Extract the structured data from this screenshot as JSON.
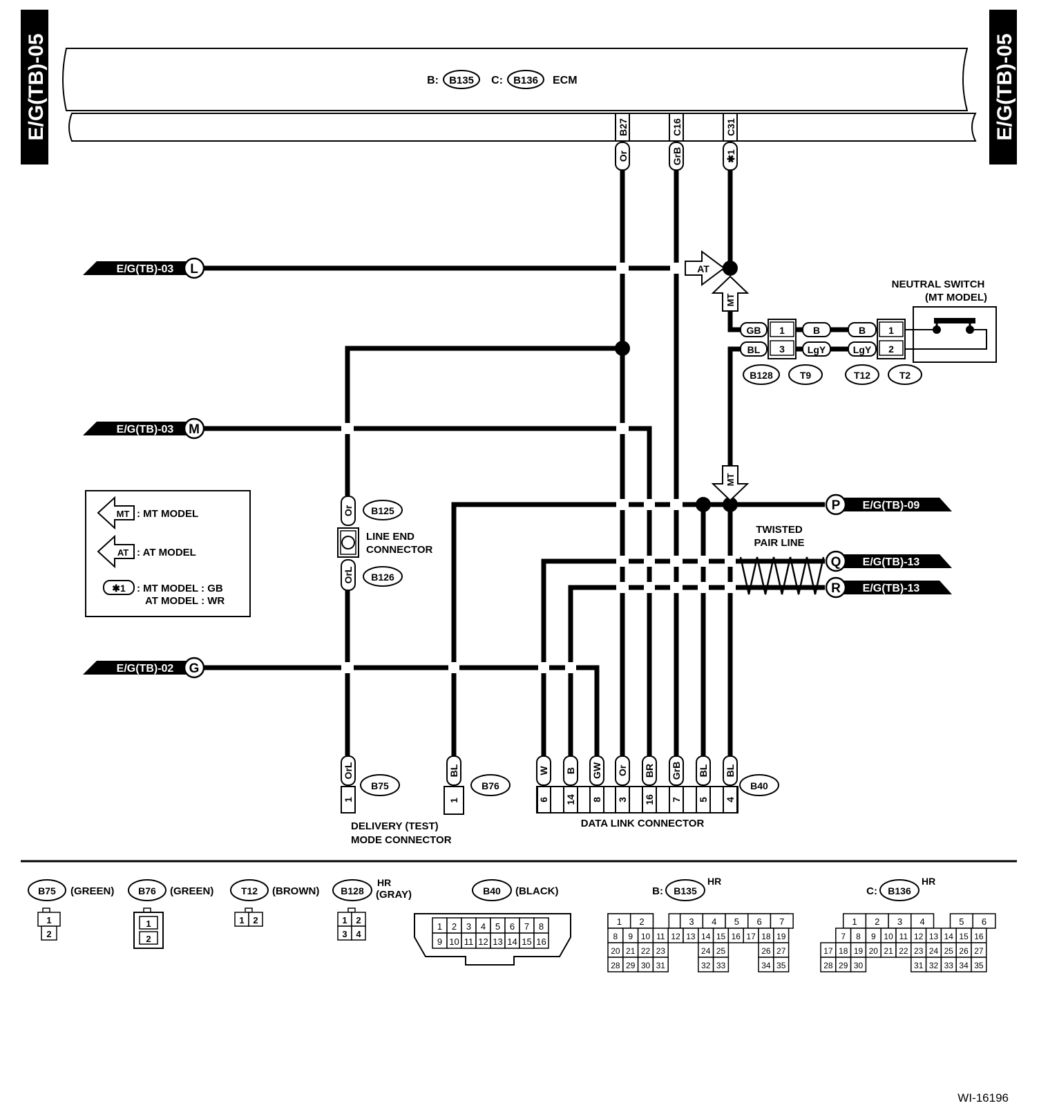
{
  "page_tag": "E/G(TB)-05",
  "ecm": {
    "prefix_b": "B:",
    "conn_b": "B135",
    "prefix_c": "C:",
    "conn_c": "B136",
    "label": "ECM",
    "pins": [
      {
        "pin": "B27",
        "wire": "Or"
      },
      {
        "pin": "C16",
        "wire": "GrB"
      },
      {
        "pin": "C31",
        "wire": "✱1"
      }
    ]
  },
  "refs": {
    "L": {
      "letter": "L",
      "page": "E/G(TB)-03"
    },
    "M": {
      "letter": "M",
      "page": "E/G(TB)-03"
    },
    "G": {
      "letter": "G",
      "page": "E/G(TB)-02"
    },
    "P": {
      "letter": "P",
      "page": "E/G(TB)-09"
    },
    "Q": {
      "letter": "Q",
      "page": "E/G(TB)-13"
    },
    "R": {
      "letter": "R",
      "page": "E/G(TB)-13"
    }
  },
  "arrows": {
    "at": "AT",
    "mt": "MT"
  },
  "neutral_switch": {
    "title": "NEUTRAL SWITCH",
    "subtitle": "(MT MODEL)",
    "wires_left": [
      "GB",
      "BL"
    ],
    "pins_b128": [
      "1",
      "3"
    ],
    "wires_t9": [
      "B",
      "LgY"
    ],
    "wires_t12": [
      "B",
      "LgY"
    ],
    "pins_t2": [
      "1",
      "2"
    ],
    "connectors": [
      "B128",
      "T9",
      "T12",
      "T2"
    ]
  },
  "line_end": {
    "wire_top": "Or",
    "conn_top": "B125",
    "label_1": "LINE END",
    "label_2": "CONNECTOR",
    "wire_bottom": "OrL",
    "conn_bottom": "B126"
  },
  "legend": {
    "mt_symbol": "MT",
    "mt_text": ": MT MODEL",
    "at_symbol": "AT",
    "at_text": ": AT MODEL",
    "star_symbol": "✱1",
    "star_text_1": ": MT MODEL : GB",
    "star_text_2": "AT MODEL : WR"
  },
  "twisted_pair": {
    "line1": "TWISTED",
    "line2": "PAIR LINE"
  },
  "delivery": {
    "b75": {
      "wire": "OrL",
      "pin": "1",
      "conn": "B75"
    },
    "b76": {
      "wire": "BL",
      "pin": "1",
      "conn": "B76"
    },
    "label_1": "DELIVERY (TEST)",
    "label_2": "MODE CONNECTOR"
  },
  "dlc": {
    "conn": "B40",
    "label": "DATA LINK CONNECTOR",
    "terminals": [
      {
        "wire": "W",
        "pin": "6"
      },
      {
        "wire": "B",
        "pin": "14"
      },
      {
        "wire": "GW",
        "pin": "8"
      },
      {
        "wire": "Or",
        "pin": "3"
      },
      {
        "wire": "BR",
        "pin": "16"
      },
      {
        "wire": "GrB",
        "pin": "7"
      },
      {
        "wire": "BL",
        "pin": "5"
      },
      {
        "wire": "BL",
        "pin": "4"
      }
    ]
  },
  "faces": {
    "b75": {
      "conn": "B75",
      "color": "(GREEN)",
      "pins": [
        "1",
        "2"
      ]
    },
    "b76": {
      "conn": "B76",
      "color": "(GREEN)",
      "pins": [
        "1",
        "2"
      ]
    },
    "t12": {
      "conn": "T12",
      "color": "(BROWN)",
      "pins": [
        "1",
        "2"
      ]
    },
    "b128": {
      "conn": "B128",
      "tag": "HR",
      "color": "(GRAY)",
      "pins": [
        "1",
        "2",
        "3",
        "4"
      ]
    },
    "b40": {
      "conn": "B40",
      "color": "(BLACK)",
      "row1": [
        "1",
        "2",
        "3",
        "4",
        "5",
        "6",
        "7",
        "8"
      ],
      "row2": [
        "9",
        "10",
        "11",
        "12",
        "13",
        "14",
        "15",
        "16"
      ]
    },
    "b135": {
      "prefix": "B:",
      "conn": "B135",
      "tag": "HR",
      "row1": [
        "1",
        "2",
        "",
        "3",
        "4",
        "5",
        "6",
        "7"
      ],
      "row2": [
        "8",
        "9",
        "10",
        "11",
        "12",
        "13",
        "14",
        "15",
        "16",
        "17",
        "18",
        "19"
      ],
      "row3": [
        "20",
        "21",
        "22",
        "23",
        "",
        "",
        "24",
        "25",
        "",
        "",
        "26",
        "27"
      ],
      "row4": [
        "28",
        "29",
        "30",
        "31",
        "",
        "",
        "32",
        "33",
        "",
        "",
        "34",
        "35"
      ]
    },
    "b136": {
      "prefix": "C:",
      "conn": "B136",
      "tag": "HR",
      "row1": [
        "1",
        "2",
        "3",
        "4",
        "",
        "5",
        "6"
      ],
      "row2": [
        "7",
        "8",
        "9",
        "10",
        "11",
        "12",
        "13",
        "14",
        "15",
        "16"
      ],
      "row3": [
        "17",
        "18",
        "19",
        "20",
        "21",
        "22",
        "23",
        "24",
        "25",
        "26",
        "27"
      ],
      "row4": [
        "28",
        "29",
        "30",
        "",
        "",
        "",
        "31",
        "32",
        "33",
        "34",
        "35"
      ]
    }
  },
  "figure_id": "WI-16196"
}
